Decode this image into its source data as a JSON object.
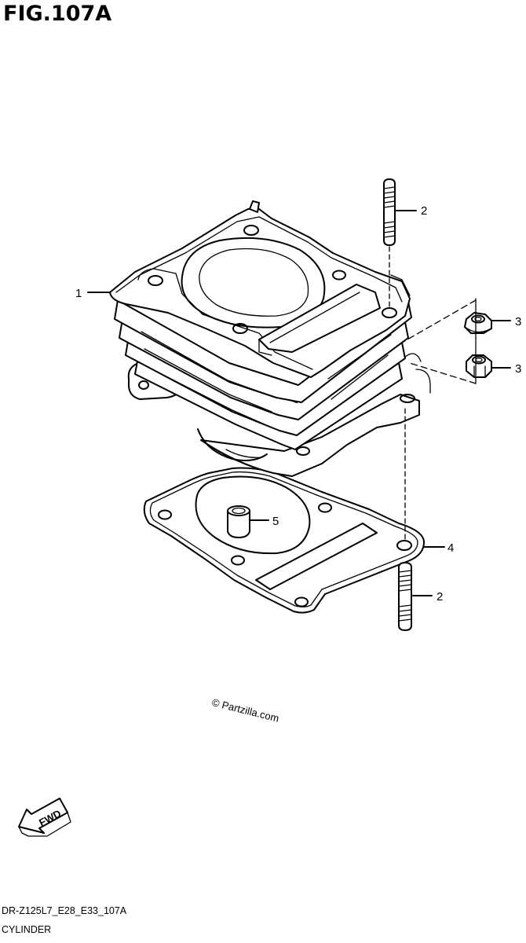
{
  "figure": {
    "title": "FIG.107A"
  },
  "callouts": [
    {
      "number": "1",
      "part": "cylinder"
    },
    {
      "number": "2",
      "part": "upper-stud"
    },
    {
      "number": "3",
      "part": "upper-nut"
    },
    {
      "number": "3",
      "part": "lower-nut"
    },
    {
      "number": "5",
      "part": "dowel-pin"
    },
    {
      "number": "4",
      "part": "base-gasket"
    },
    {
      "number": "2",
      "part": "lower-stud"
    }
  ],
  "watermark": "© Partzilla.com",
  "direction_arrow": {
    "label": "FWD",
    "icon": "fwd-arrow-icon"
  },
  "footer": {
    "model_code": "DR-Z125L7_E28_E33_107A",
    "section_name": "CYLINDER"
  }
}
